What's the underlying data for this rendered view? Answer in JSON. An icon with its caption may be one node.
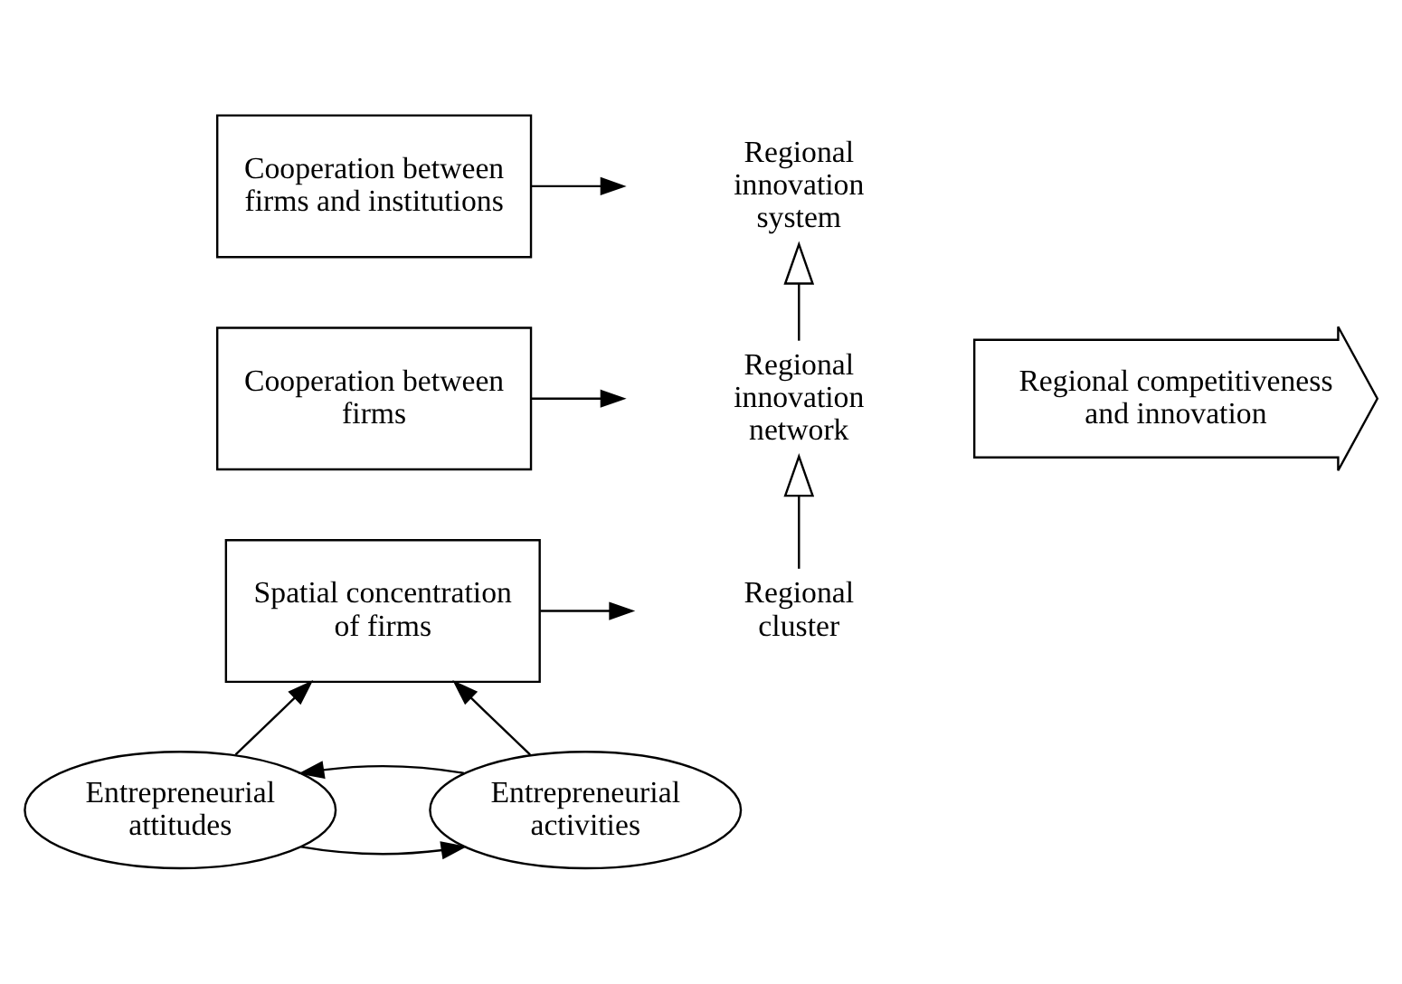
{
  "diagram": {
    "nodes": [
      {
        "text": [
          "Cooperation between firms and institutions"
        ]
      },
      {
        "text": [
          "Regional innovation system"
        ]
      },
      {
        "text": [
          "Regional competitiveness and innovation"
        ]
      },
      {
        "text": [
          "Cooperation between firms"
        ]
      },
      {
        "text": [
          "Regional innovation network"
        ]
      },
      {
        "text": [
          "Spatial concentration of firms"
        ]
      },
      {
        "text": [
          "Regional cluster"
        ]
      },
      {
        "text": [
          "Entrepreneurial attitudes"
        ]
      },
      {
        "text": [
          "Entrepreneurial activities"
        ]
      }
    ],
    "edges": [
      {
        "from": 0,
        "to": null,
        "arrow": "to"
      },
      {
        "from": 3,
        "to": null,
        "arrow": "to"
      },
      {
        "from": 5,
        "to": null,
        "arrow": "to"
      },
      {
        "from": 6,
        "to": 4,
        "arrow": "to"
      },
      {
        "from": 4,
        "to": 1,
        "arrow": "to"
      },
      {
        "from": 7,
        "to": 5,
        "arrow": "to"
      },
      {
        "from": 8,
        "to": 5,
        "arrow": "to"
      },
      {
        "from": 8,
        "to": 7,
        "arrow": "to"
      },
      {
        "from": 7,
        "to": 8,
        "arrow": "to"
      }
    ]
  }
}
